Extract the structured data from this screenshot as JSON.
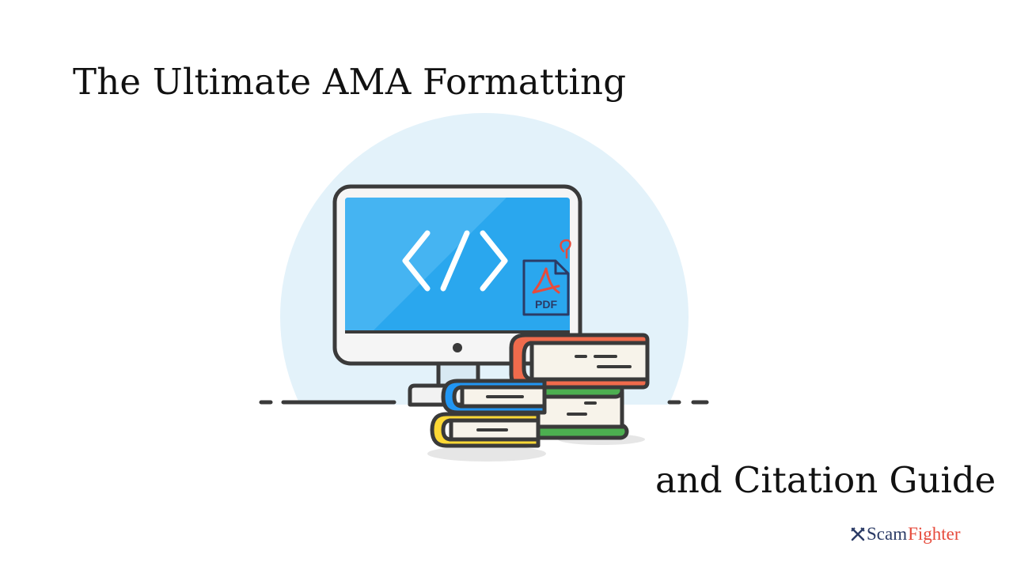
{
  "heading": {
    "line1": "The Ultimate AMA Formatting",
    "line2": "and Citation Guide"
  },
  "illustration": {
    "monitor_code_glyph": "</>",
    "pdf_label": "PDF",
    "icons": [
      "monitor-icon",
      "code-icon",
      "pdf-file-icon",
      "book-stack-icon"
    ]
  },
  "brand": {
    "part1": "Scam",
    "part2": "Fighter",
    "mark_icon": "crossed-swords-icon"
  },
  "colors": {
    "background_circle": "#e3f2fa",
    "screen": "#2aa7ee",
    "outline": "#3a3a3a",
    "book_orange": "#f06b4c",
    "book_green": "#4caf50",
    "book_blue": "#2196f3",
    "book_yellow": "#fdd835",
    "brand_navy": "#2b3b66",
    "brand_red": "#e64b3c"
  }
}
